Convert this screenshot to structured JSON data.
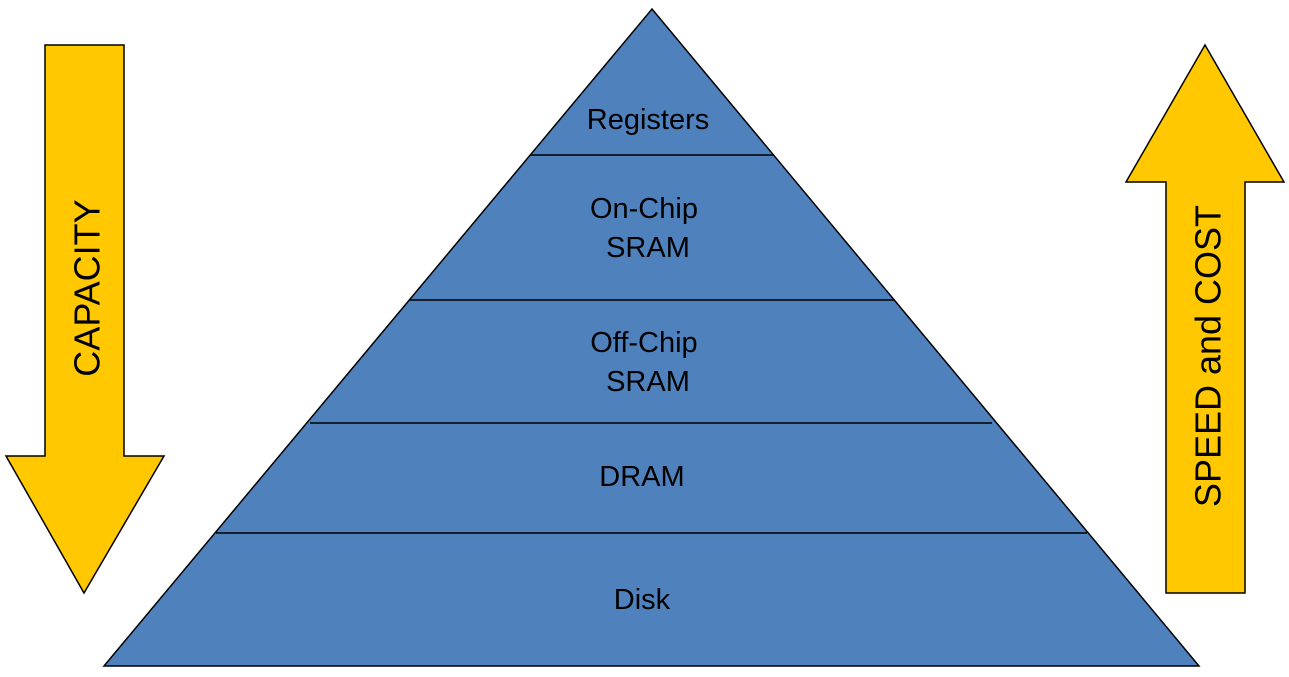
{
  "colors": {
    "pyramid_fill": "#4f81bd",
    "outline": "#000000",
    "arrow_fill": "#ffc800",
    "text": "#000000"
  },
  "pyramid": {
    "tiers": [
      {
        "lines": [
          "Registers"
        ]
      },
      {
        "lines": [
          "On-Chip",
          "SRAM"
        ]
      },
      {
        "lines": [
          "Off-Chip",
          "SRAM"
        ]
      },
      {
        "lines": [
          "DRAM"
        ]
      },
      {
        "lines": [
          "Disk"
        ]
      }
    ]
  },
  "arrows": {
    "left": {
      "label": "CAPACITY",
      "direction": "down"
    },
    "right": {
      "label": "SPEED and COST",
      "direction": "up"
    }
  }
}
